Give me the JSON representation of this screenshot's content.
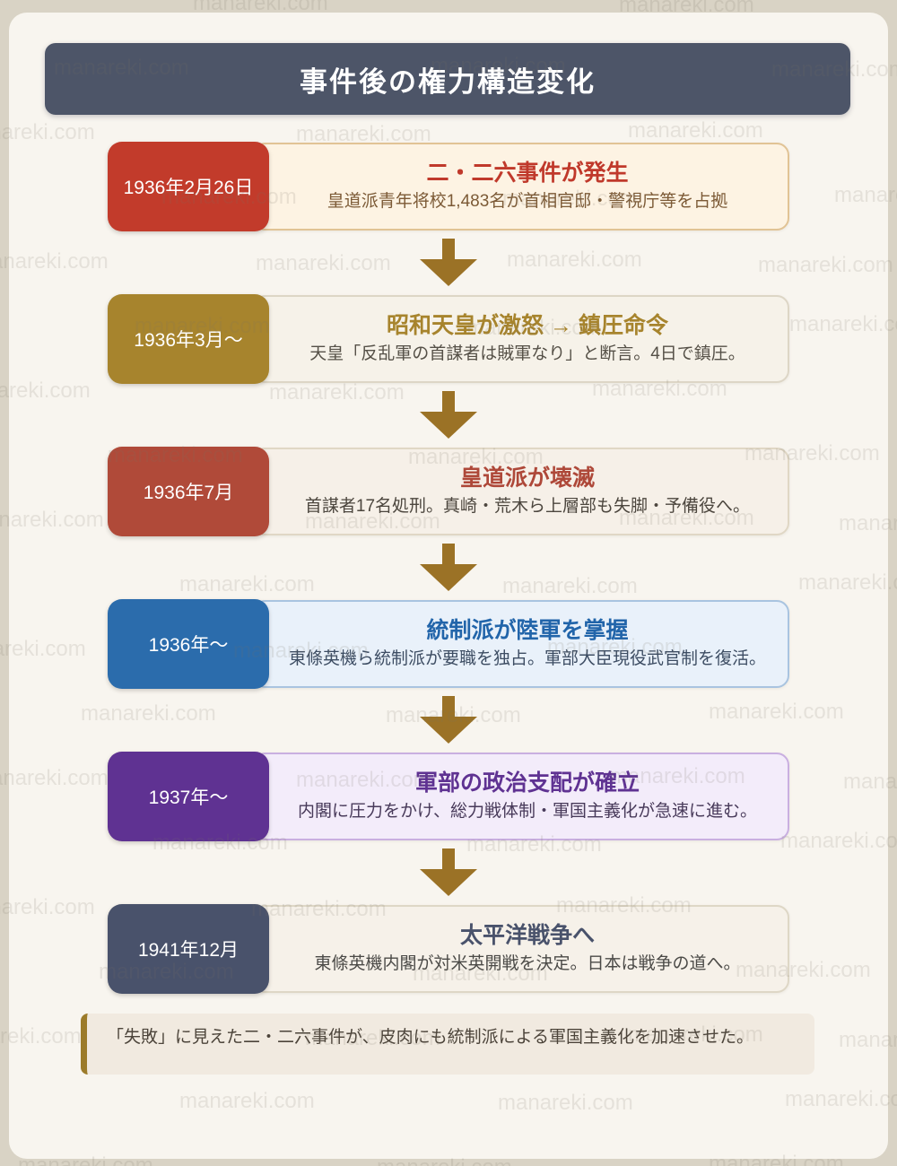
{
  "page": {
    "outer_bg": "#d9d3c5",
    "card_bg": "#f8f5ef"
  },
  "header": {
    "title": "事件後の権力構造変化",
    "bg": "#4d5568"
  },
  "timeline": {
    "arrow_color": "#9b7226",
    "rows": [
      {
        "date": "1936年2月26日",
        "title": "二・二六事件が発生",
        "desc": "皇道派青年将校1,483名が首相官邸・警視庁等を占拠",
        "date_bg": "#c23b2b",
        "box_bg": "#fdf3e3",
        "box_border": "#e1c395",
        "title_color": "#c0392b",
        "desc_color": "#7c5a36"
      },
      {
        "date": "1936年3月〜",
        "title": "昭和天皇が激怒 → 鎮圧命令",
        "desc": "天皇「反乱軍の首謀者は賊軍なり」と断言。4日で鎮圧。",
        "date_bg": "#a7842d",
        "box_bg": "#f6f2e9",
        "box_border": "#ddd6c6",
        "title_color": "#a7842d",
        "desc_color": "#555047"
      },
      {
        "date": "1936年7月",
        "title": "皇道派が壊滅",
        "desc": "首謀者17名処刑。真崎・荒木ら上層部も失脚・予備役へ。",
        "date_bg": "#b04a39",
        "box_bg": "#f6f0e8",
        "box_border": "#e0d7c5",
        "title_color": "#ae4839",
        "desc_color": "#4c463e"
      },
      {
        "date": "1936年〜",
        "title": "統制派が陸軍を掌握",
        "desc": "東條英機ら統制派が要職を独占。軍部大臣現役武官制を復活。",
        "date_bg": "#2b6cac",
        "box_bg": "#e9f1fa",
        "box_border": "#a9c4e0",
        "title_color": "#2265aa",
        "desc_color": "#3d4d63"
      },
      {
        "date": "1937年〜",
        "title": "軍部の政治支配が確立",
        "desc": "内閣に圧力をかけ、総力戦体制・軍国主義化が急速に進む。",
        "date_bg": "#5f3292",
        "box_bg": "#f3ecfa",
        "box_border": "#c9afe0",
        "title_color": "#5f3292",
        "desc_color": "#483a5a"
      },
      {
        "date": "1941年12月",
        "title": "太平洋戦争へ",
        "desc": "東條英機内閣が対米英開戦を決定。日本は戦争の道へ。",
        "date_bg": "#49526b",
        "box_bg": "#f6f1e9",
        "box_border": "#ded7c6",
        "title_color": "#49526b",
        "desc_color": "#4b4a47"
      }
    ]
  },
  "note": {
    "text": "「失敗」に見えた二・二六事件が、皮肉にも統制派による軍国主義化を加速させた。",
    "bg": "#f1eae0",
    "accent": "#9c7b2a",
    "text_color": "#4c443a"
  },
  "watermarks": {
    "text": "manareki.com",
    "positions": [
      [
        215,
        -10
      ],
      [
        690,
        -8
      ],
      [
        60,
        62
      ],
      [
        480,
        60
      ],
      [
        860,
        64
      ],
      [
        -45,
        134
      ],
      [
        330,
        136
      ],
      [
        700,
        132
      ],
      [
        180,
        206
      ],
      [
        560,
        208
      ],
      [
        930,
        204
      ],
      [
        -30,
        278
      ],
      [
        285,
        280
      ],
      [
        565,
        276
      ],
      [
        845,
        282
      ],
      [
        150,
        350
      ],
      [
        520,
        352
      ],
      [
        880,
        348
      ],
      [
        -50,
        422
      ],
      [
        300,
        424
      ],
      [
        660,
        420
      ],
      [
        120,
        494
      ],
      [
        455,
        496
      ],
      [
        830,
        492
      ],
      [
        -35,
        566
      ],
      [
        340,
        568
      ],
      [
        690,
        564
      ],
      [
        935,
        570
      ],
      [
        200,
        638
      ],
      [
        560,
        640
      ],
      [
        890,
        636
      ],
      [
        -55,
        710
      ],
      [
        260,
        712
      ],
      [
        610,
        708
      ],
      [
        90,
        782
      ],
      [
        430,
        784
      ],
      [
        790,
        780
      ],
      [
        -30,
        854
      ],
      [
        330,
        856
      ],
      [
        680,
        852
      ],
      [
        940,
        858
      ],
      [
        170,
        926
      ],
      [
        520,
        928
      ],
      [
        870,
        924
      ],
      [
        -45,
        998
      ],
      [
        280,
        1000
      ],
      [
        620,
        996
      ],
      [
        110,
        1070
      ],
      [
        460,
        1072
      ],
      [
        820,
        1068
      ],
      [
        -60,
        1142
      ],
      [
        340,
        1144
      ],
      [
        700,
        1140
      ],
      [
        935,
        1146
      ],
      [
        200,
        1214
      ],
      [
        555,
        1216
      ],
      [
        875,
        1212
      ],
      [
        20,
        1286
      ],
      [
        420,
        1288
      ],
      [
        790,
        1284
      ]
    ]
  }
}
